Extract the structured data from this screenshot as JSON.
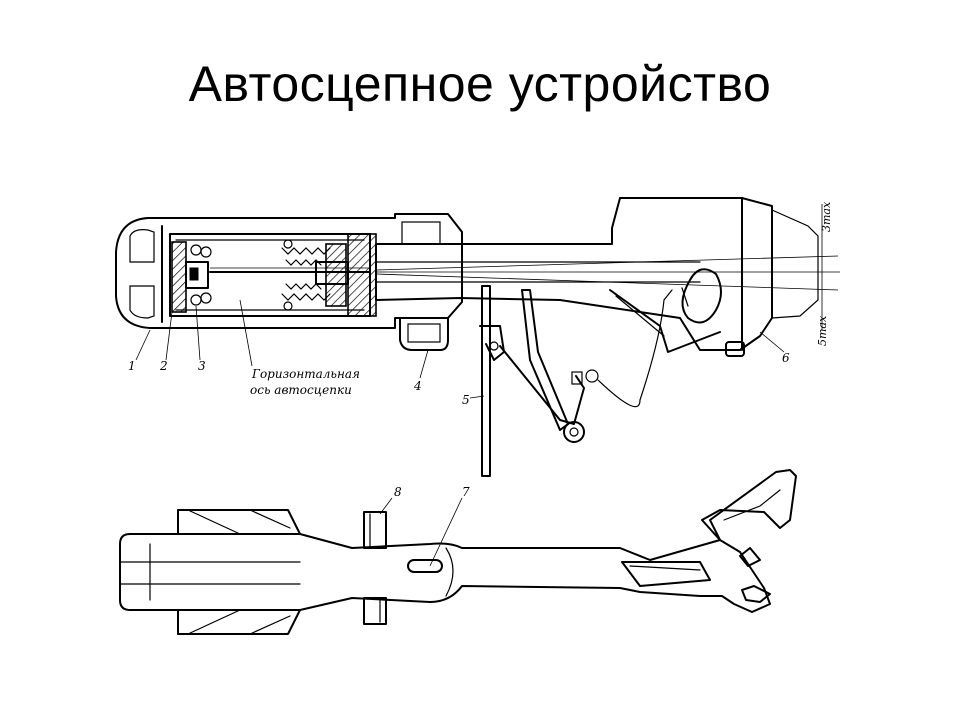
{
  "title": "Автосцепное устройство",
  "labels": {
    "l1": "1",
    "l2": "2",
    "l3": "3",
    "l4": "4",
    "l5": "5",
    "l6": "6",
    "l7": "7",
    "l8": "8",
    "axis_line1": "Горизонтальная",
    "axis_line2": "ось автосцепки",
    "s_max": "3max",
    "s_min": "5max"
  }
}
